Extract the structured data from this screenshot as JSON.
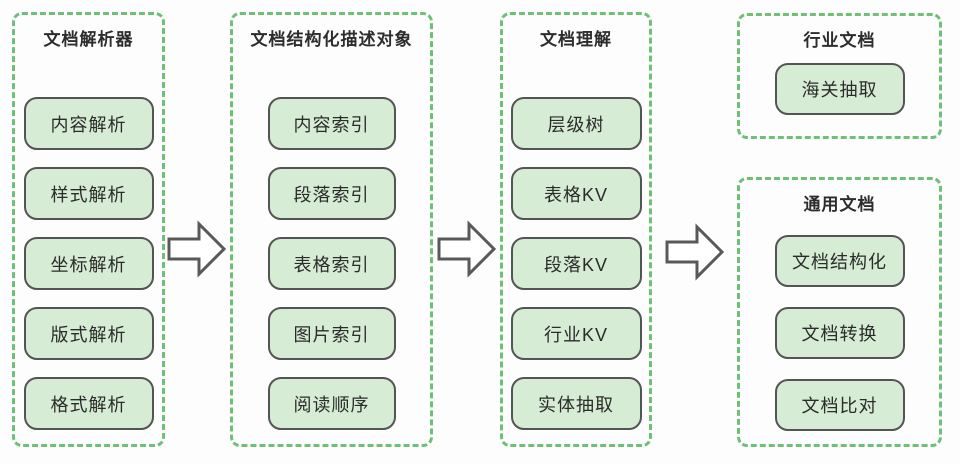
{
  "diagram": {
    "title": "document-processing-pipeline",
    "colors": {
      "background": "#fdfdfd",
      "group_border_green": "#6fc077",
      "node_fill_green": "#d6ecd4",
      "node_border_gray": "#545454",
      "text_dark": "#2b2b2b",
      "arrow_stroke_gray": "#595959",
      "arrow_fill_white": "#ffffff"
    },
    "groups": [
      {
        "id": "document-parser",
        "title": "文档解析器",
        "items": [
          "内容解析",
          "样式解析",
          "坐标解析",
          "版式解析",
          "格式解析"
        ]
      },
      {
        "id": "structured-description-object",
        "title": "文档结构化描述对象",
        "items": [
          "内容索引",
          "段落索引",
          "表格索引",
          "图片索引",
          "阅读顺序"
        ]
      },
      {
        "id": "document-understanding",
        "title": "文档理解",
        "items": [
          "层级树",
          "表格KV",
          "段落KV",
          "行业KV",
          "实体抽取"
        ]
      },
      {
        "id": "industry-documents",
        "title": "行业文档",
        "items": [
          "海关抽取"
        ]
      },
      {
        "id": "general-documents",
        "title": "通用文档",
        "items": [
          "文档结构化",
          "文档转换",
          "文档比对"
        ]
      }
    ],
    "arrows": [
      {
        "id": "arrow-1",
        "direction": "right"
      },
      {
        "id": "arrow-2",
        "direction": "right"
      },
      {
        "id": "arrow-3",
        "direction": "right"
      }
    ]
  }
}
